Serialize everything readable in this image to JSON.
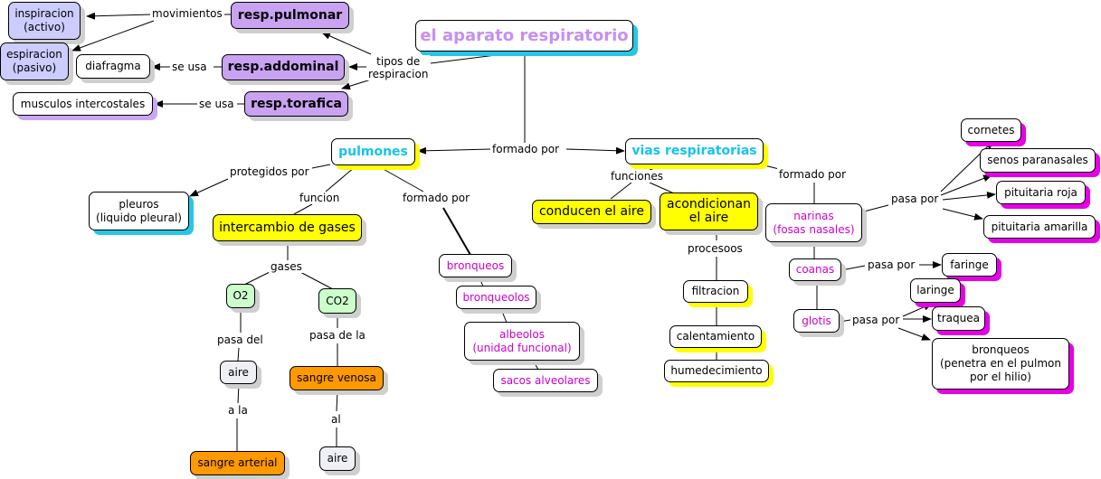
{
  "colors": {
    "purple_fill": "#c9a2f2",
    "lavender_fill": "#ccccff",
    "yellow": "#ffff00",
    "green_fill": "#ccffcc",
    "orange_fill": "#ff9900",
    "cyan_text": "#15c4ea",
    "magenta_text": "#cc00cc"
  },
  "nodes": {
    "title": "el aparato respiratorio",
    "inspiracion": "inspiracion\n(activo)",
    "espiracion": "espiracion\n(pasivo)",
    "resp_pulmonar": "resp.pulmonar",
    "diafragma": "diafragma",
    "resp_addominal": "resp.addominal",
    "musculos": "musculos intercostales",
    "resp_torafica": "resp.torafica",
    "pulmones": "pulmones",
    "vias": "vias respiratorias",
    "pleuros": "pleuros\n(liquido pleural)",
    "intercambio": "intercambio de gases",
    "o2": "O2",
    "co2": "CO2",
    "aire1": "aire",
    "sangre_venosa": "sangre venosa",
    "sangre_arterial": "sangre arterial",
    "aire2": "aire",
    "bronqueos1": "bronqueos",
    "bronqueolos": "bronqueolos",
    "albeolos": "albeolos\n(unidad funcional)",
    "sacos": "sacos alveolares",
    "conducen": "conducen el aire",
    "acondicionan": "acondicionan\nel aire",
    "filtracion": "filtracion",
    "calentamiento": "calentamiento",
    "humedecimiento": "humedecimiento",
    "narinas": "narinas\n(fosas nasales)",
    "coanas": "coanas",
    "glotis": "glotis",
    "cornetes": "cornetes",
    "senos": "senos paranasales",
    "pituitaria_roja": "pituitaria roja",
    "pituitaria_amarilla": "pituitaria amarilla",
    "faringe": "faringe",
    "laringe": "laringe",
    "traquea": "traquea",
    "bronqueos2": "bronqueos\n(penetra en el pulmon\npor el hilio)"
  },
  "links": {
    "movimientos": "movimientos",
    "tipos": "tipos de\nrespiracion",
    "se_usa1": "se usa",
    "se_usa2": "se usa",
    "formado_por1": "formado por",
    "protegidos": "protegidos por",
    "funcion": "funcion",
    "formado_por2": "formado por",
    "gases": "gases",
    "pasa_del": "pasa del",
    "pasa_de_la": "pasa de la",
    "a_la": "a la",
    "al": "al",
    "funciones": "funciones",
    "formado_por3": "formado por",
    "procesoos": "procesoos",
    "pasa_por1": "pasa por",
    "pasa_por2": "pasa por",
    "pasa_por3": "pasa por"
  }
}
